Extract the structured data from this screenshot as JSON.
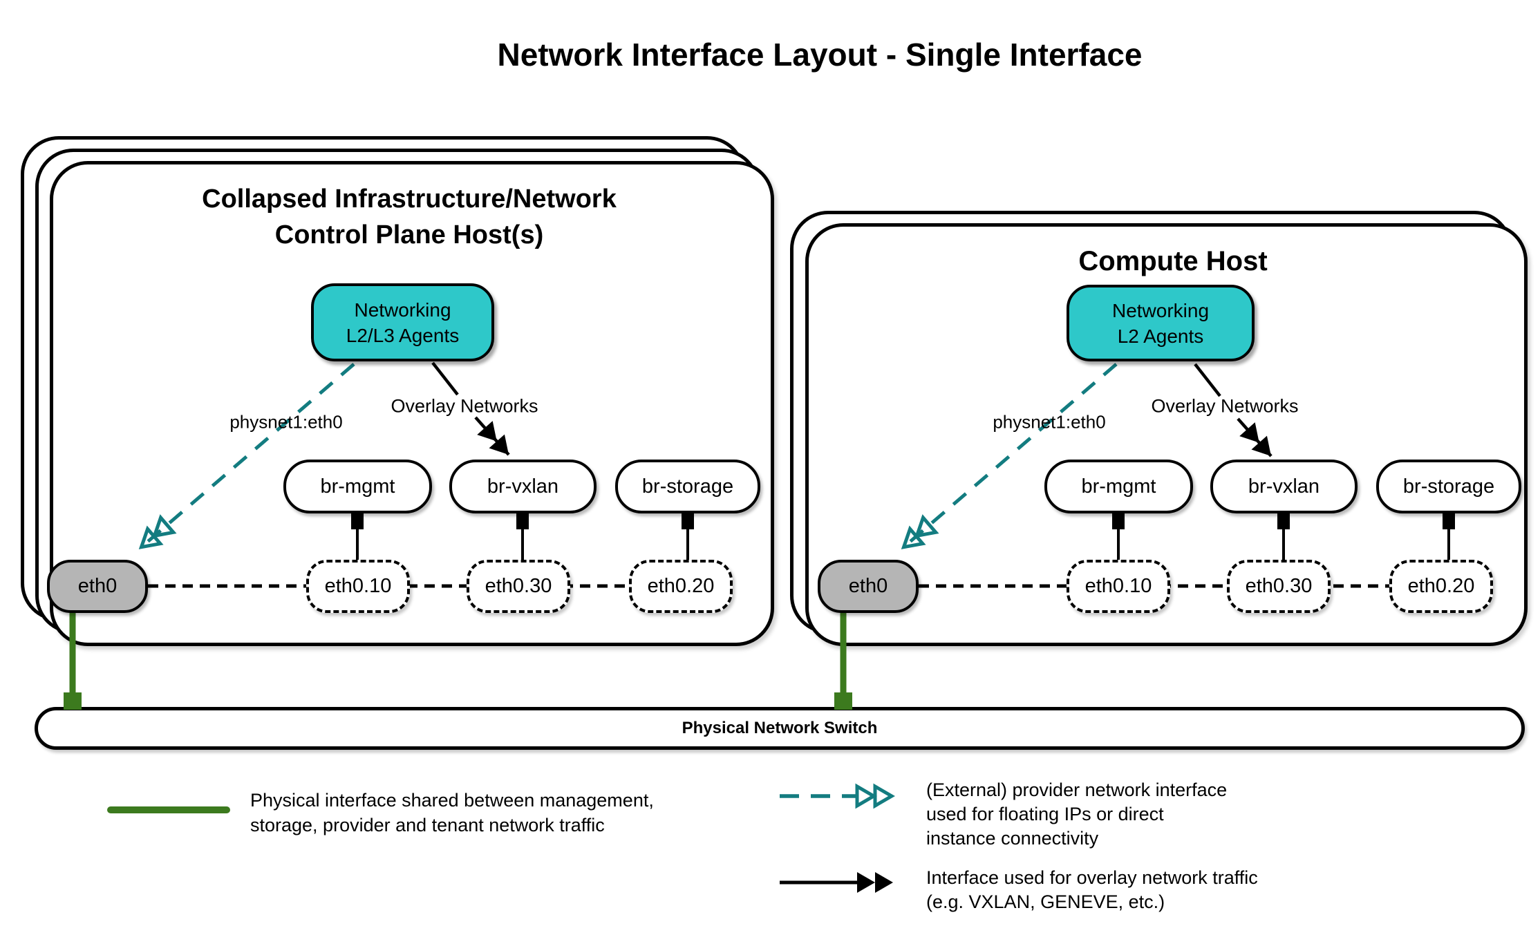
{
  "page": {
    "title": "Network Interface Layout - Single Interface"
  },
  "colors": {
    "teal_fill": "#2EC8C9",
    "teal_stroke": "#137C80",
    "green": "#3C7A1E",
    "gray_fill": "#B5B5B5",
    "black": "#000000"
  },
  "hosts": [
    {
      "title_line1": "Collapsed Infrastructure/Network",
      "title_line2": "Control Plane Host(s)",
      "agent_line1": "Networking",
      "agent_line2": "L2/L3 Agents",
      "physnet_label": "physnet1:eth0",
      "overlay_label": "Overlay Networks",
      "bridges": [
        "br-mgmt",
        "br-vxlan",
        "br-storage"
      ],
      "phys_interface": "eth0",
      "vlan_interfaces": [
        "eth0.10",
        "eth0.30",
        "eth0.20"
      ]
    },
    {
      "title_line1": "Compute Host",
      "agent_line1": "Networking",
      "agent_line2": "L2 Agents",
      "physnet_label": "physnet1:eth0",
      "overlay_label": "Overlay Networks",
      "bridges": [
        "br-mgmt",
        "br-vxlan",
        "br-storage"
      ],
      "phys_interface": "eth0",
      "vlan_interfaces": [
        "eth0.10",
        "eth0.30",
        "eth0.20"
      ]
    }
  ],
  "switch": {
    "label": "Physical Network Switch"
  },
  "legend": {
    "physical": {
      "lines": [
        "Physical interface shared between management,",
        "storage, provider and tenant network traffic"
      ]
    },
    "provider": {
      "lines": [
        "(External) provider network interface",
        "used for floating IPs or direct",
        "instance connectivity"
      ]
    },
    "overlay": {
      "lines": [
        "Interface used for overlay network traffic",
        "(e.g. VXLAN, GENEVE, etc.)"
      ]
    }
  }
}
